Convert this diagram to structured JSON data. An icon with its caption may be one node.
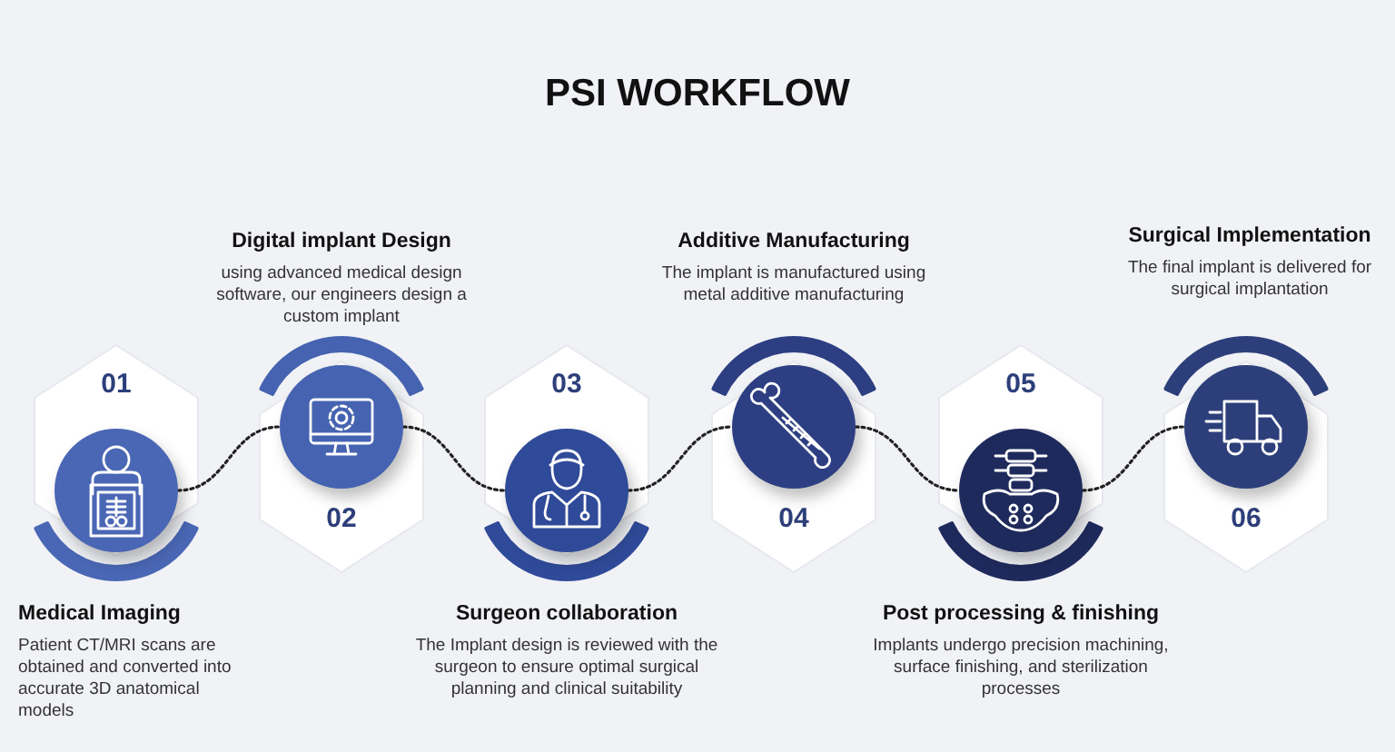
{
  "diagram": {
    "title": "PSI WORKFLOW",
    "nodes": [
      {
        "text": [],
        "shape": "circle",
        "beside": [
          "01",
          "Medical Imaging",
          "Patient CT/MRI scans are obtained and converted into accurate 3D anatomical models"
        ]
      },
      {
        "text": [],
        "shape": "circle",
        "beside": [
          "02",
          "Digital implant Design",
          "using advanced medical design software, our engineers design a custom implant"
        ]
      },
      {
        "text": [],
        "shape": "circle",
        "beside": [
          "03",
          "Surgeon collaboration",
          "The Implant design is reviewed with the surgeon to ensure optimal surgical planning and clinical suitability"
        ]
      },
      {
        "text": [],
        "shape": "circle",
        "beside": [
          "04",
          "Additive Manufacturing",
          "The implant is manufactured using metal additive manufacturing"
        ]
      },
      {
        "text": [],
        "shape": "circle",
        "beside": [
          "05",
          "Post processing & finishing",
          "Implants undergo precision machining, surface finishing, and sterilization processes"
        ]
      },
      {
        "text": [],
        "shape": "circle",
        "beside": [
          "06",
          "Surgical Implementation",
          "The final implant is delivered for surgical implantation"
        ]
      }
    ],
    "edges": [
      {
        "from": 0,
        "to": 1,
        "arrow": "none",
        "style": "dashed"
      },
      {
        "from": 1,
        "to": 2,
        "arrow": "none",
        "style": "dashed"
      },
      {
        "from": 2,
        "to": 3,
        "arrow": "none",
        "style": "dashed"
      },
      {
        "from": 3,
        "to": 4,
        "arrow": "none",
        "style": "dashed"
      },
      {
        "from": 4,
        "to": 5,
        "arrow": "none",
        "style": "dashed"
      }
    ]
  }
}
